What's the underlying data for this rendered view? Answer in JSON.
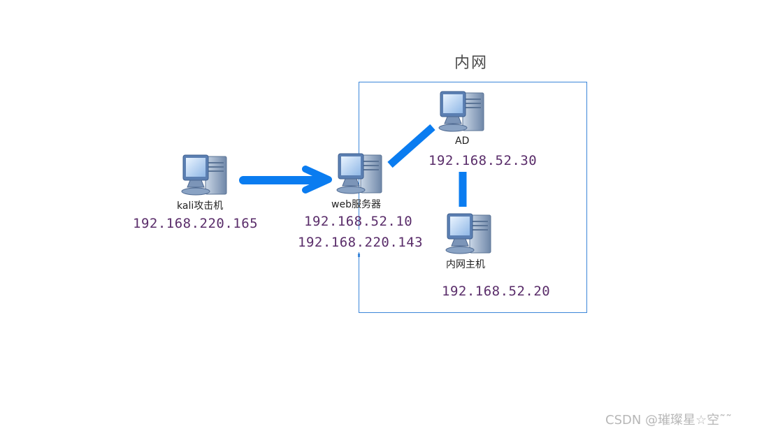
{
  "diagram": {
    "region_title": "内网",
    "nodes": {
      "kali": {
        "label": "kali攻击机",
        "ip": "192.168.220.165",
        "icon": "computer-icon"
      },
      "web": {
        "label": "web服务器",
        "ip_internal": "192.168.52.10",
        "ip_external": "192.168.220.143",
        "icon": "computer-icon"
      },
      "ad": {
        "label": "AD",
        "ip": "192.168.52.30",
        "icon": "computer-icon"
      },
      "intranet_host": {
        "label": "内网主机",
        "ip": "192.168.52.20",
        "icon": "computer-icon"
      }
    },
    "colors": {
      "connector": "#0a7cf0",
      "box_border": "#3b86d9",
      "ip_text": "#5a2d6a"
    }
  },
  "watermark": "CSDN @璀璨星☆空˜˜"
}
